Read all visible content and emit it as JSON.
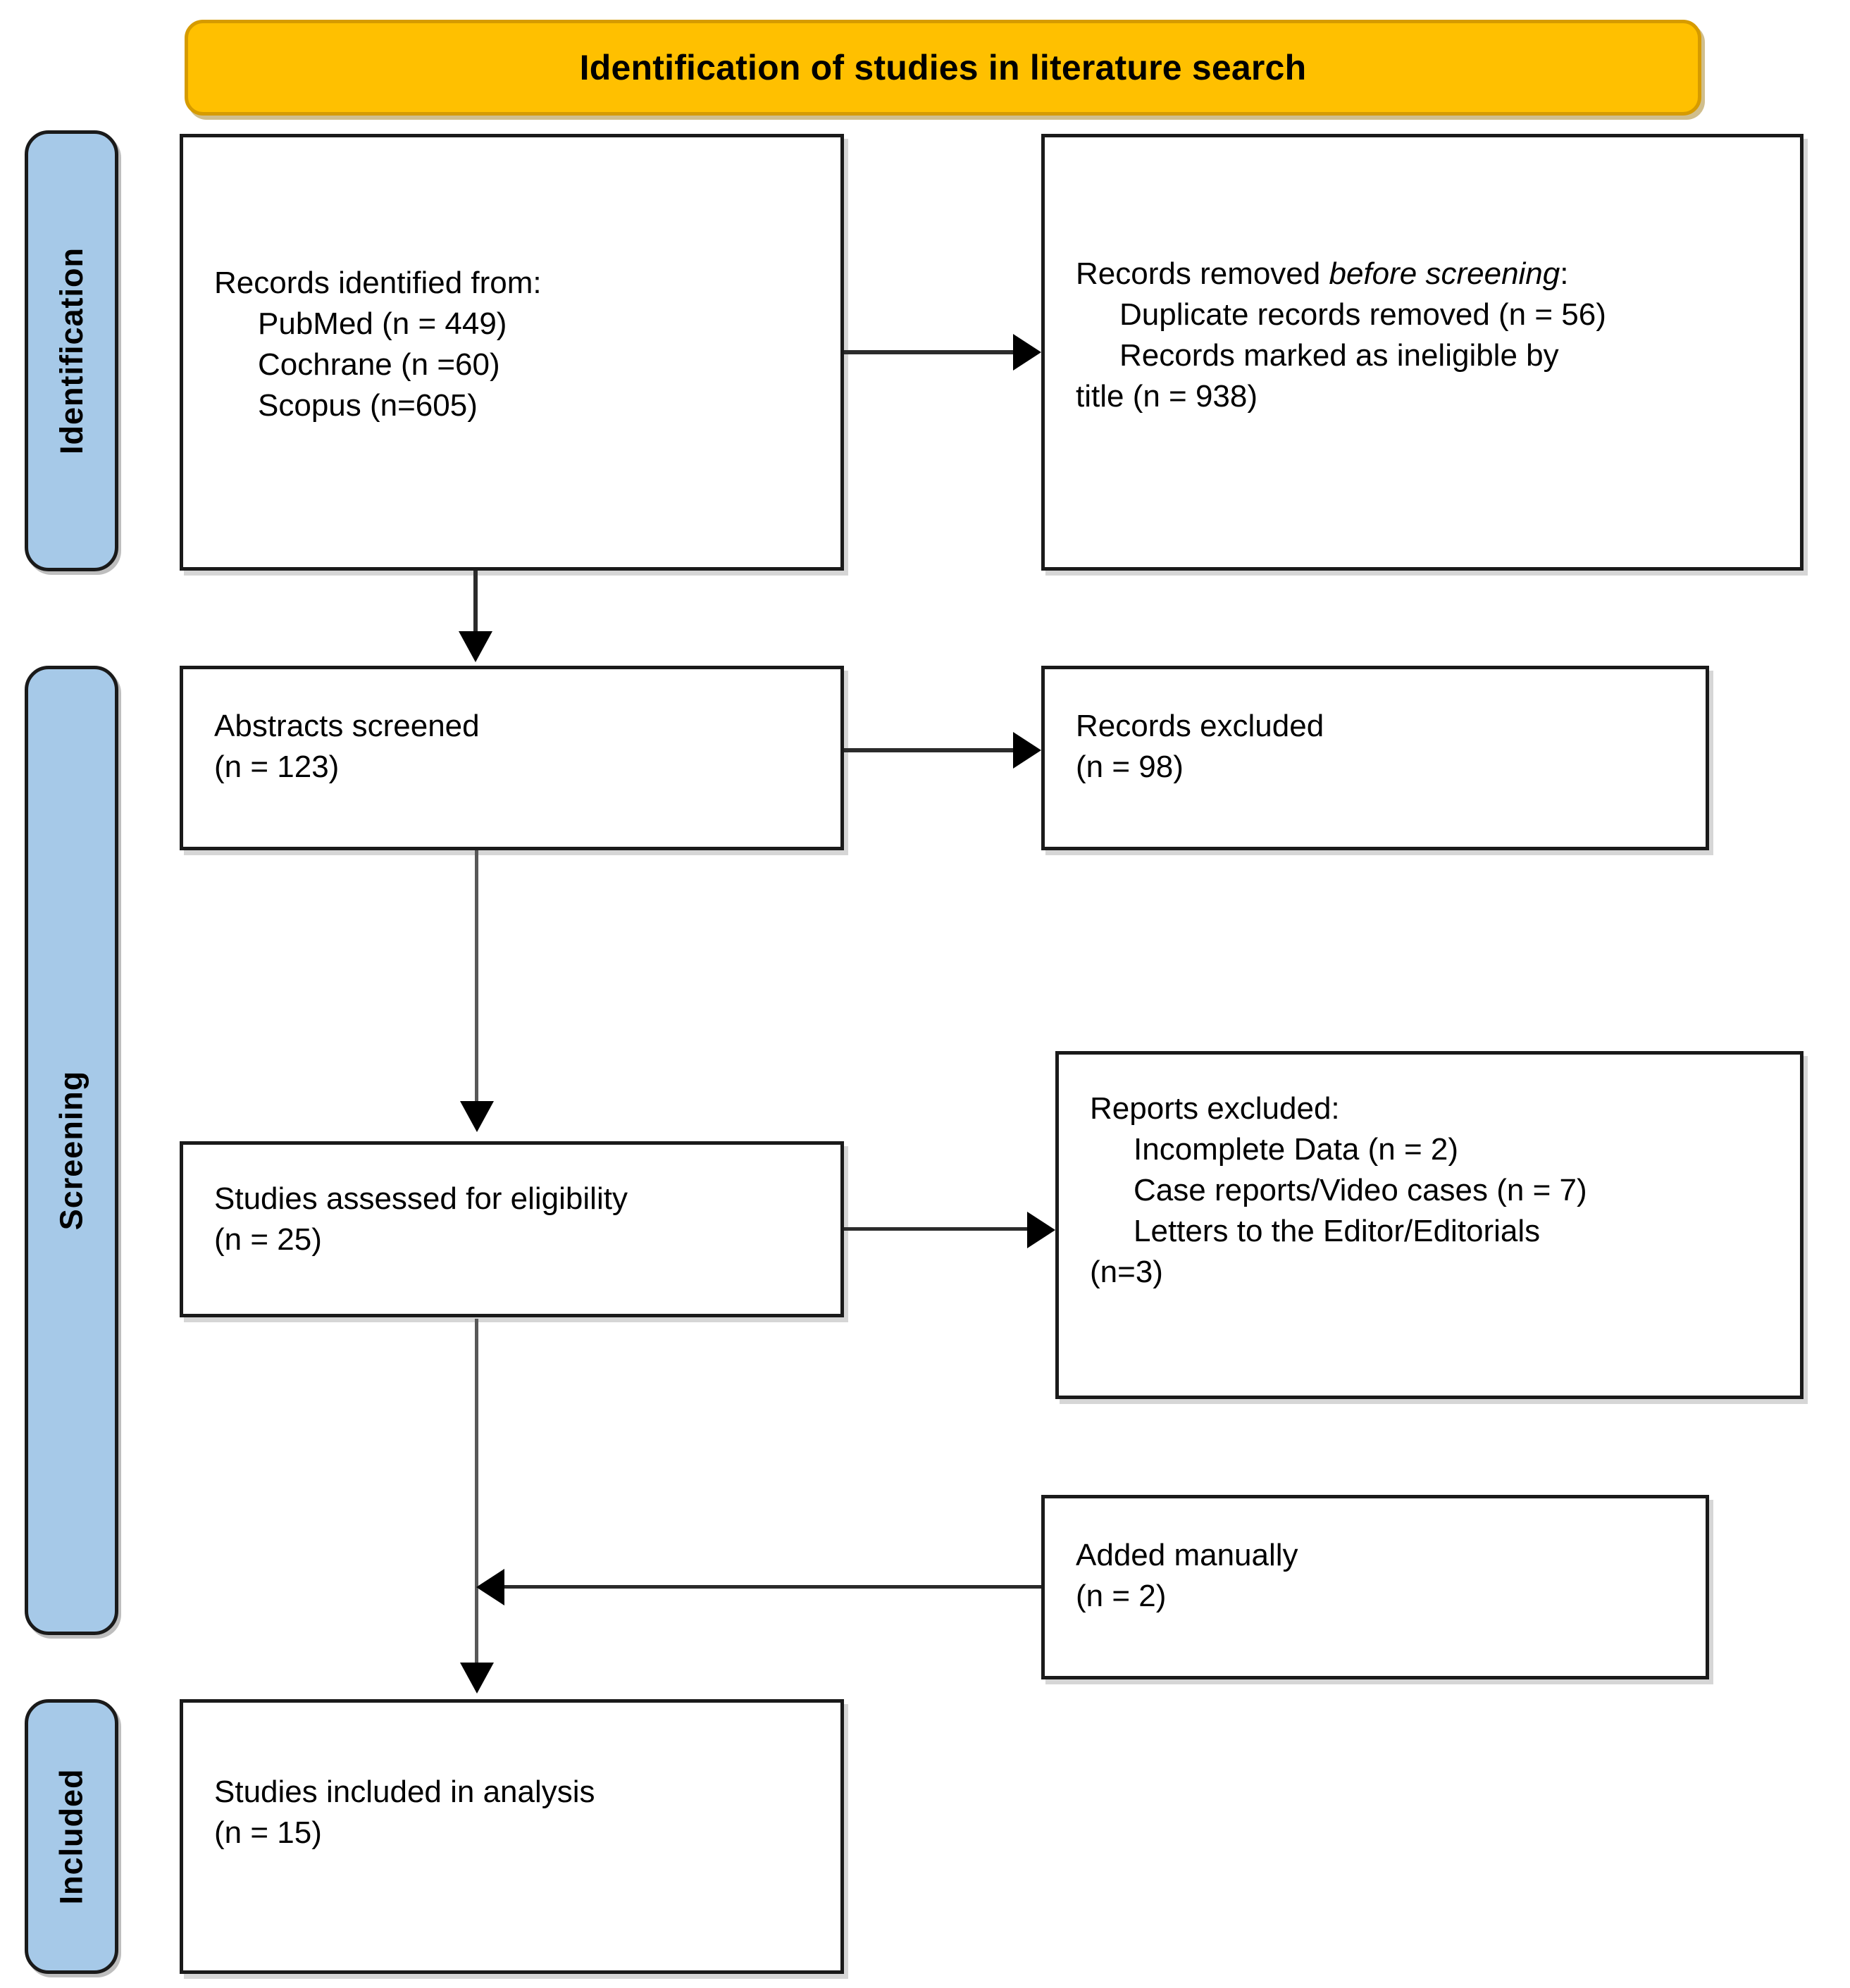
{
  "diagram": {
    "title": "Identification of studies in literature search",
    "accent_orange": "#FFC000",
    "accent_blue": "#A6C9E8",
    "stages": [
      {
        "id": "identification",
        "label": "Identification"
      },
      {
        "id": "screening",
        "label": "Screening"
      },
      {
        "id": "included",
        "label": "Included"
      }
    ],
    "boxes": {
      "identified": {
        "name": "Records identified from",
        "lines": [
          "Records identified from:",
          "PubMed (n = 449)",
          "Cochrane (n =60)",
          "Scopus (n=605)"
        ]
      },
      "removed": {
        "name": "Records removed before screening",
        "lead_plain": "Records removed ",
        "lead_italic": "before screening",
        "lead_tail": ":",
        "lines": [
          "Duplicate records removed (n = 56)",
          "Records marked as ineligible by",
          "title (n = 938)"
        ]
      },
      "abstracts": {
        "name": "Abstracts screened",
        "lines": [
          "Abstracts screened",
          "(n = 123)"
        ]
      },
      "excluded": {
        "name": "Records excluded",
        "lines": [
          "Records excluded",
          "(n = 98)"
        ]
      },
      "eligibility": {
        "name": "Studies assessed for eligibility",
        "lines": [
          "Studies assessed for eligibility",
          "(n = 25)"
        ]
      },
      "reports_excluded": {
        "name": "Reports excluded",
        "lines": [
          "Reports excluded:",
          "Incomplete Data (n = 2)",
          "Case reports/Video cases (n = 7)",
          "Letters to the Editor/Editorials",
          "(n=3)"
        ]
      },
      "added": {
        "name": "Added manually",
        "lines": [
          "Added manually",
          "(n = 2)"
        ]
      },
      "included": {
        "name": "Studies included in analysis",
        "lines": [
          "Studies included in analysis",
          "(n = 15)"
        ]
      }
    }
  }
}
